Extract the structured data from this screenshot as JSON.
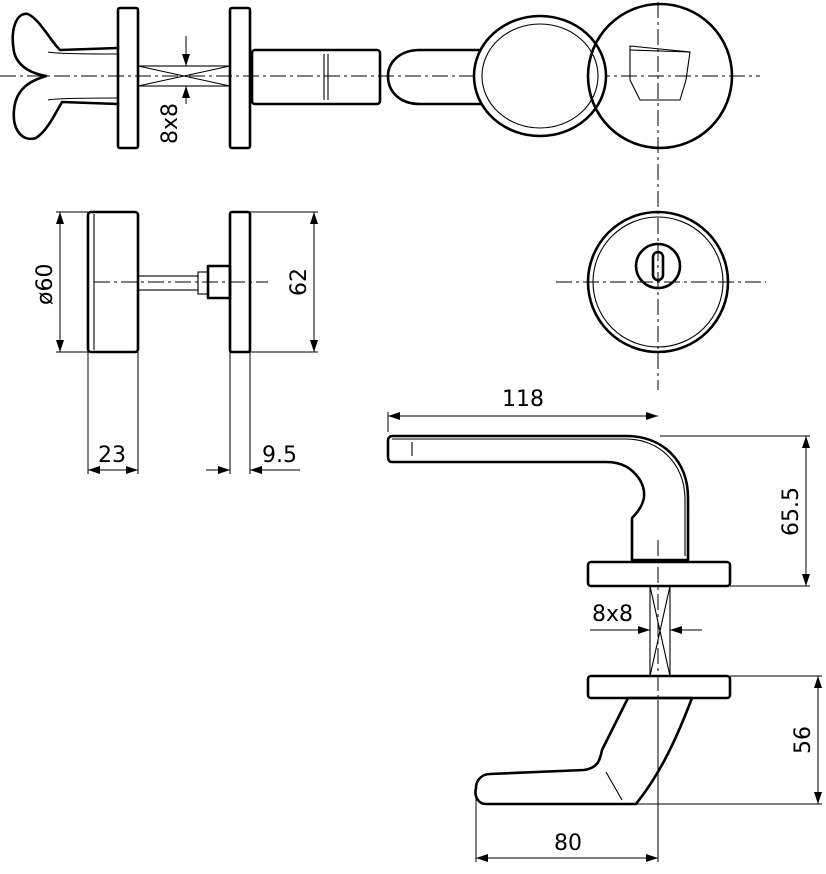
{
  "drawing": {
    "dimensions": {
      "spindle_top": "8x8",
      "rose_diameter": "ø60",
      "knob_height": "62",
      "rose_thickness": "23",
      "plate_thickness": "9.5",
      "lever_projection": "118",
      "lever_height": "65.5",
      "spindle_side": "8x8",
      "lower_lever_height": "56",
      "lower_lever_projection": "80"
    },
    "views": [
      "top-view-knob-lever",
      "side-view-rose",
      "escutcheon-front-view",
      "lever-side-view"
    ]
  }
}
